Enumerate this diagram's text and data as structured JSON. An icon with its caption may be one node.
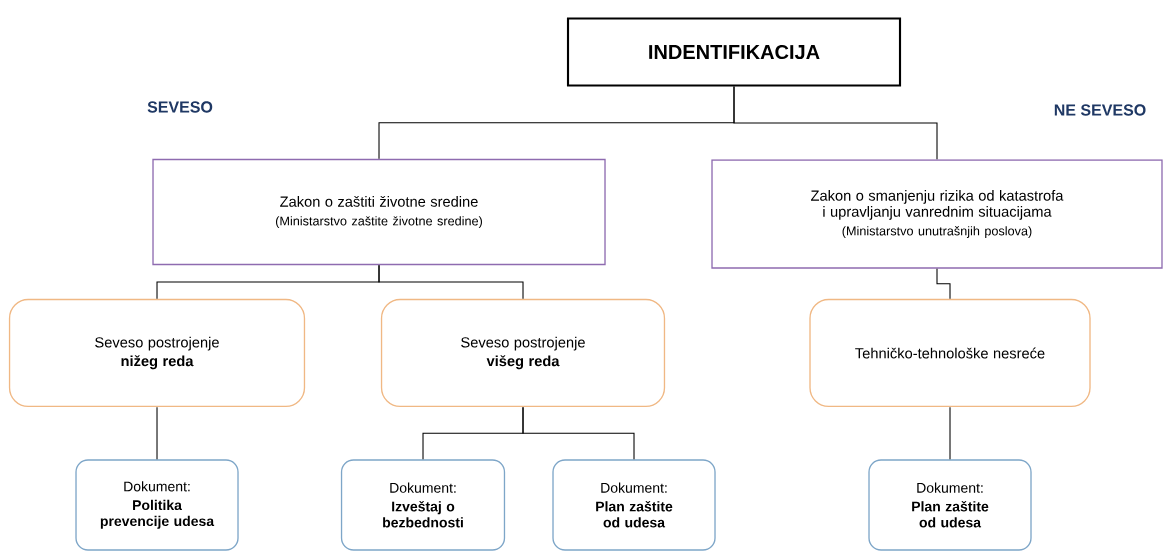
{
  "diagram": {
    "nodes": [
      {
        "text": [
          "INDENTIFIKACIJA"
        ]
      },
      {
        "text": [
          "Zakon o zaštiti životne sredine",
          "(Ministarstvo zaštite životne sredine)"
        ]
      },
      {
        "text": [
          "Zakon o smanjenju rizika od katastrofa i upravljanju vanrednim situacijama",
          "(Ministarstvo unutrašnjih poslova)"
        ]
      },
      {
        "text": [
          "Seveso postrojenje",
          "nižeg reda"
        ]
      },
      {
        "text": [
          "Seveso postrojenje",
          "višeg reda"
        ]
      },
      {
        "text": [
          "Tehničko-tehnološke nesreće"
        ]
      },
      {
        "text": [
          "Dokument:",
          "Politika prevencije udesa"
        ]
      },
      {
        "text": [
          "Dokument:",
          "Izveštaj o bezbednosti"
        ]
      },
      {
        "text": [
          "Dokument:",
          "Plan zaštite od udesa"
        ]
      },
      {
        "text": [
          "Dokument:",
          "Plan zaštite od udesa"
        ]
      }
    ],
    "edges": [
      {
        "from": 0,
        "to": 1,
        "arrow": "none"
      },
      {
        "from": 0,
        "to": 2,
        "arrow": "none"
      },
      {
        "from": 1,
        "to": 3,
        "arrow": "none"
      },
      {
        "from": 1,
        "to": 4,
        "arrow": "none"
      },
      {
        "from": 3,
        "to": 6,
        "arrow": "none"
      },
      {
        "from": 4,
        "to": 7,
        "arrow": "none"
      },
      {
        "from": 4,
        "to": 8,
        "arrow": "none"
      },
      {
        "from": 2,
        "to": 5,
        "arrow": "none"
      },
      {
        "from": 5,
        "to": 9,
        "arrow": "none"
      }
    ],
    "labels": [
      "SEVESO",
      "NE SEVESO"
    ]
  }
}
